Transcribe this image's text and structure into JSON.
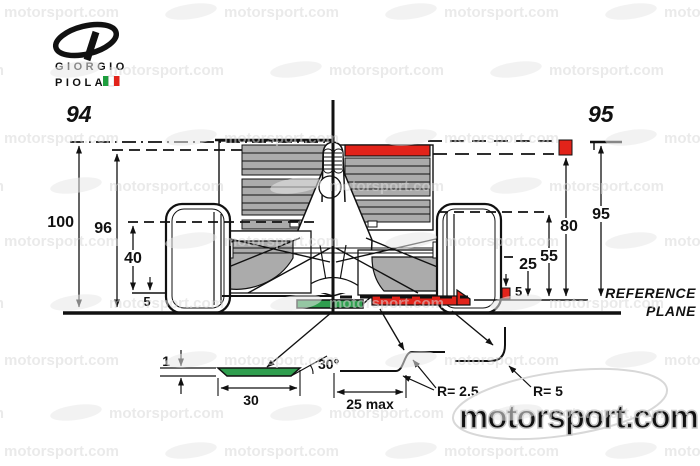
{
  "branding": {
    "artist_line1": "GIORGIO",
    "artist_line2": "PIOLA",
    "watermark": "motorsport.com",
    "logo_text": "motorsport.com"
  },
  "diagram": {
    "year_left": "94",
    "year_right": "95",
    "reference_plane": {
      "line1": "REFERENCE",
      "line2": "PLANE"
    },
    "dims_left": {
      "total": "100",
      "wing": "96",
      "lower": "40",
      "floor": "5"
    },
    "dims_right": {
      "total": "95",
      "wing": "80",
      "upper": "55",
      "lower": "25",
      "step": "5"
    },
    "plank_detail": {
      "thickness": "1",
      "width": "30",
      "angle": "30°"
    },
    "step_detail": {
      "width_label": "25 max",
      "radius_label": "R= 2.5"
    },
    "corner_detail": {
      "radius_label": "R= 5"
    },
    "colors": {
      "highlight_red": "#e2231a",
      "plank_green": "#2f9e4e",
      "shade_gray": "#ababab"
    }
  }
}
